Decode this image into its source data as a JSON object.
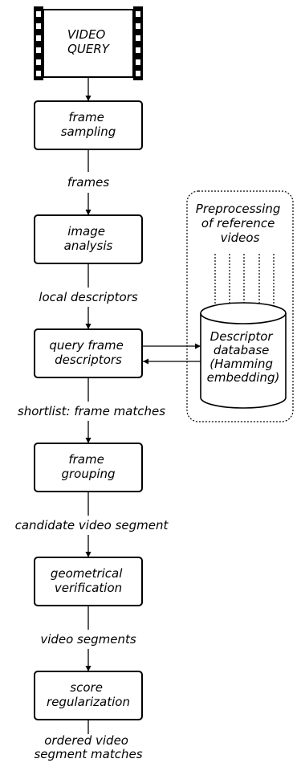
{
  "video_query": {
    "lines": [
      "VIDEO",
      "QUERY"
    ]
  },
  "steps": [
    {
      "id": "frame-sampling",
      "lines": [
        "frame",
        "sampling"
      ]
    },
    {
      "id": "image-analysis",
      "lines": [
        "image",
        "analysis"
      ]
    },
    {
      "id": "query-frame-descriptors",
      "lines": [
        "query frame",
        "descriptors"
      ]
    },
    {
      "id": "frame-grouping",
      "lines": [
        "frame",
        "grouping"
      ]
    },
    {
      "id": "geometrical-verification",
      "lines": [
        "geometrical",
        "verification"
      ]
    },
    {
      "id": "score-regularization",
      "lines": [
        "score",
        "regularization"
      ]
    }
  ],
  "edge_labels": [
    {
      "id": "frames",
      "lines": [
        "frames"
      ]
    },
    {
      "id": "local-descriptors",
      "lines": [
        "local descriptors"
      ]
    },
    {
      "id": "shortlist",
      "lines": [
        "shortlist: frame matches"
      ]
    },
    {
      "id": "candidate-segment",
      "lines": [
        "candidate video segment"
      ]
    },
    {
      "id": "video-segments",
      "lines": [
        "video segments"
      ]
    },
    {
      "id": "ordered-matches",
      "lines": [
        "ordered video",
        "segment matches"
      ]
    }
  ],
  "preprocessing": {
    "lines": [
      "Preprocessing",
      "of reference",
      "videos"
    ]
  },
  "database": {
    "lines": [
      "Descriptor",
      "database",
      "(Hamming",
      "embedding)"
    ]
  }
}
